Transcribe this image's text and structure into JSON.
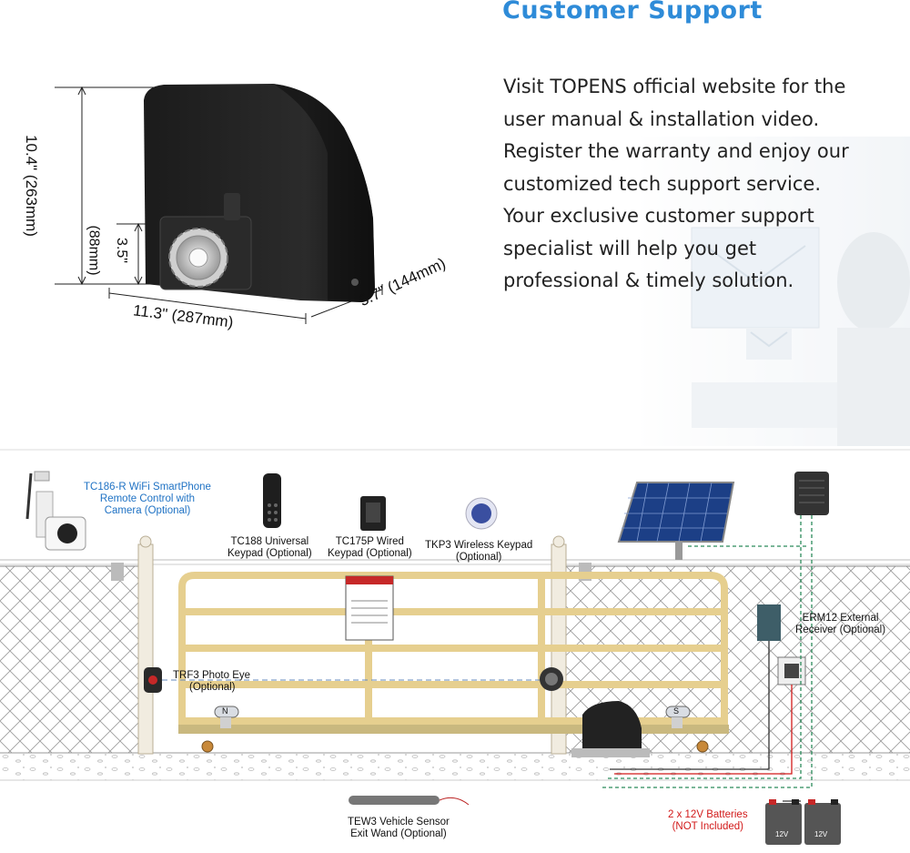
{
  "section": {
    "title": "Customer  Support",
    "lines": [
      "Visit TOPENS official website for the",
      "user manual & installation video.",
      "Register the warranty and enjoy our",
      "customized tech support service.",
      "Your exclusive customer support",
      "specialist will help you get",
      "professional & timely solution."
    ]
  },
  "dimensions": {
    "height": "10.4\" (263mm)",
    "gear_height_in": "3.5\"",
    "gear_height_mm": "(88mm)",
    "width_in": "11.3\"",
    "width_mm": "(287mm)",
    "depth": "5.7\" (144mm)"
  },
  "accessories": {
    "camera": [
      "TC186-R WiFi SmartPhone",
      "Remote Control with",
      "Camera (Optional)"
    ],
    "tc188": [
      "TC188 Universal",
      "Keypad (Optional)"
    ],
    "tc175p": [
      "TC175P Wired",
      "Keypad (Optional)"
    ],
    "tkp3": [
      "TKP3 Wireless Keypad",
      "(Optional)"
    ],
    "erm12": [
      "ERM12 External",
      "Receiver (Optional)"
    ],
    "trf3": [
      "TRF3  Photo Eye",
      "(Optional)"
    ],
    "tew3": [
      "TEW3 Vehicle Sensor",
      "Exit Wand (Optional)"
    ],
    "batteries": [
      "2 x 12V Batteries",
      "(NOT Included)"
    ],
    "battery_label": "12V",
    "limit_n": "N",
    "limit_s": "S"
  },
  "colors": {
    "accent": "#2e8bd8",
    "gate": "#e6cf8f",
    "warning": "#d21a1a"
  }
}
